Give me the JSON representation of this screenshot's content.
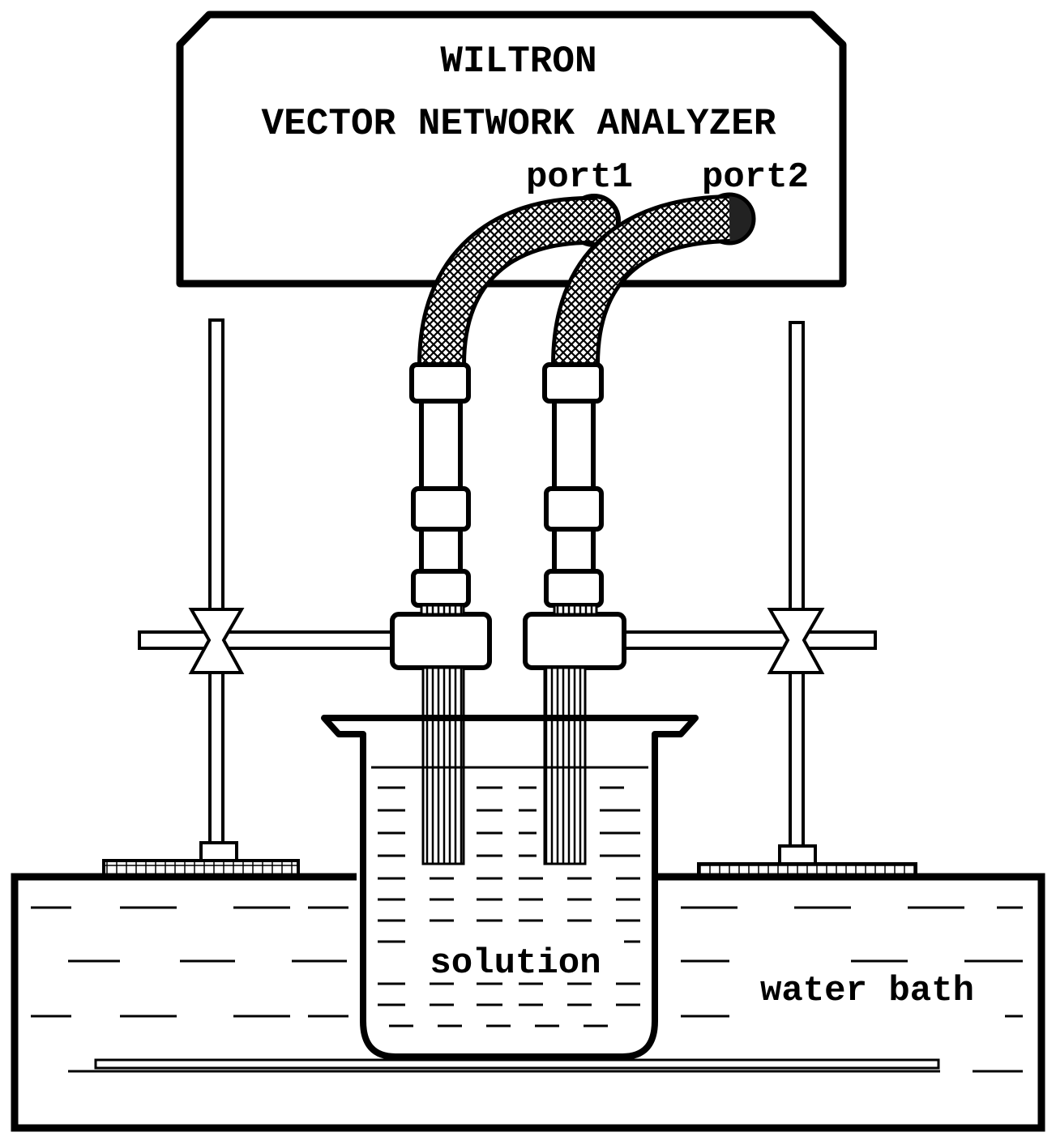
{
  "analyzer": {
    "brand": "WILTRON",
    "name": "VECTOR NETWORK ANALYZER",
    "port1_label": "port1",
    "port2_label": "port2"
  },
  "beaker_label": "solution",
  "bath_label": "water bath",
  "colors": {
    "ink": "#000000",
    "background": "#ffffff"
  },
  "icons": [
    "cable-icon",
    "connector-icon",
    "clamp-icon",
    "probe-icon"
  ]
}
